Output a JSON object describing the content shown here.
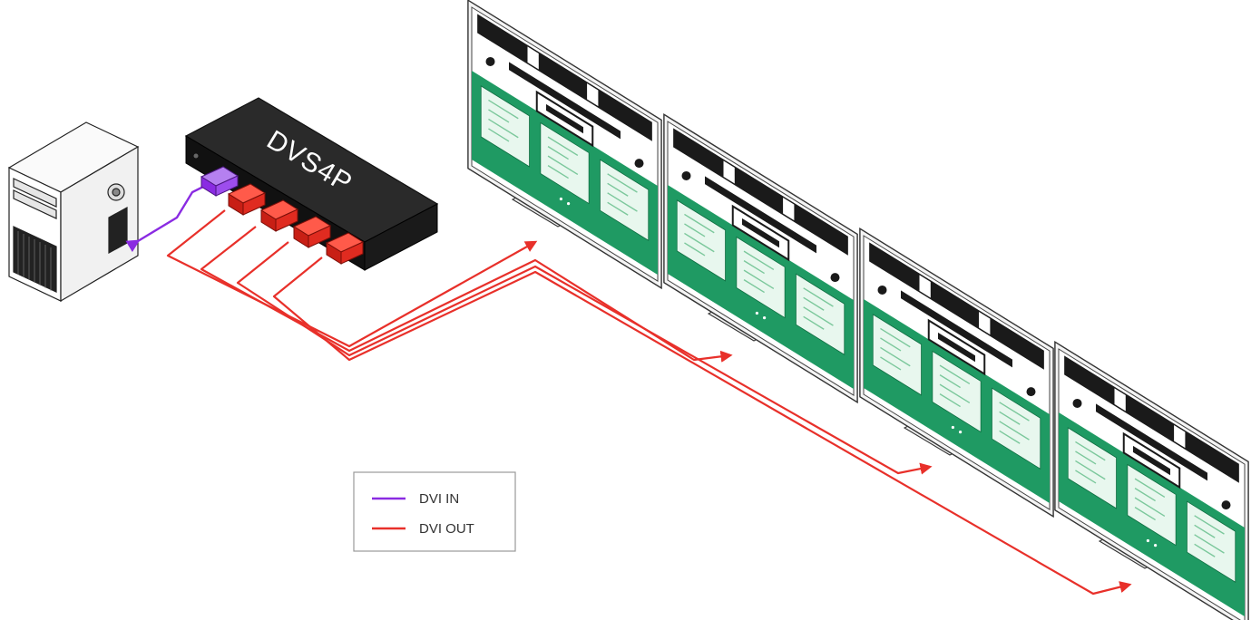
{
  "device": {
    "label": "DVS4P"
  },
  "legend": {
    "items": [
      {
        "label": "DVI IN",
        "color": "#8a2be2"
      },
      {
        "label": "DVI OUT",
        "color": "#e8302a"
      }
    ]
  },
  "colors": {
    "cable_in": "#8a2be2",
    "cable_out": "#e8302a",
    "screen_green": "#1f9a63",
    "screen_dark": "#1a1a1a",
    "splitter_body": "#1c1c1c",
    "connector_red": "#e02b20"
  },
  "monitors": [
    {
      "id": "monitor-1"
    },
    {
      "id": "monitor-2"
    },
    {
      "id": "monitor-3"
    },
    {
      "id": "monitor-4"
    }
  ]
}
